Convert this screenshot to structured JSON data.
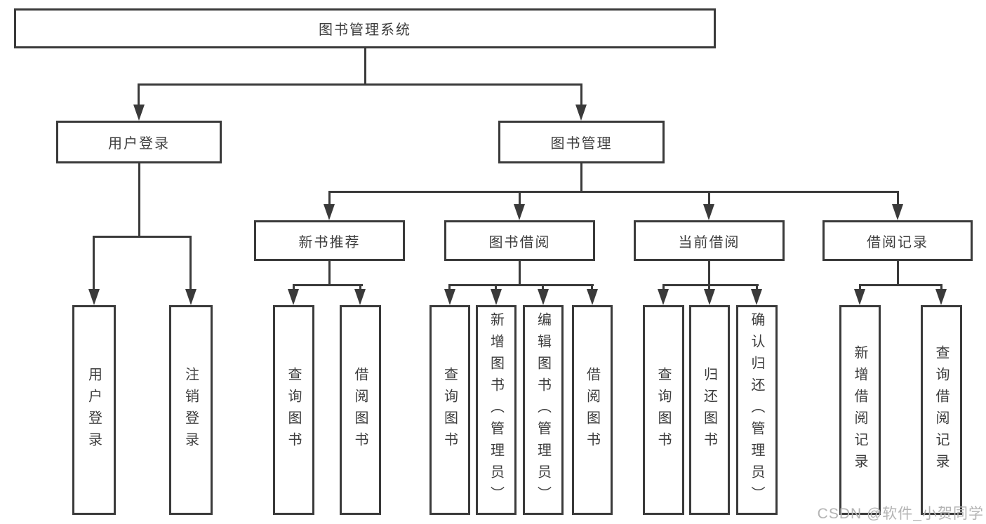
{
  "diagram": {
    "title": "图书管理系统",
    "root": {
      "label": "图书管理系统"
    },
    "branches": [
      {
        "label": "用户登录",
        "children": [
          {
            "label": "用户登录"
          },
          {
            "label": "注销登录"
          }
        ]
      },
      {
        "label": "图书管理",
        "groups": [
          {
            "label": "新书推荐",
            "children": [
              {
                "label": "查询图书"
              },
              {
                "label": "借阅图书"
              }
            ]
          },
          {
            "label": "图书借阅",
            "children": [
              {
                "label": "查询图书"
              },
              {
                "label": "新增图书（管理员）"
              },
              {
                "label": "编辑图书（管理员）"
              },
              {
                "label": "借阅图书"
              }
            ]
          },
          {
            "label": "当前借阅",
            "children": [
              {
                "label": "查询图书"
              },
              {
                "label": "归还图书"
              },
              {
                "label": "确认归还（管理员）"
              }
            ]
          },
          {
            "label": "借阅记录",
            "children": [
              {
                "label": "新增借阅记录"
              },
              {
                "label": "查询借阅记录"
              }
            ]
          }
        ]
      }
    ]
  },
  "watermark": {
    "text": "CSDN @软件_小贺同学"
  },
  "colors": {
    "line": "#3a3a3a",
    "text": "#3d3d3d",
    "box_fill": "#ffffff",
    "watermark": "#b4b4b4",
    "background": "#ffffff"
  }
}
